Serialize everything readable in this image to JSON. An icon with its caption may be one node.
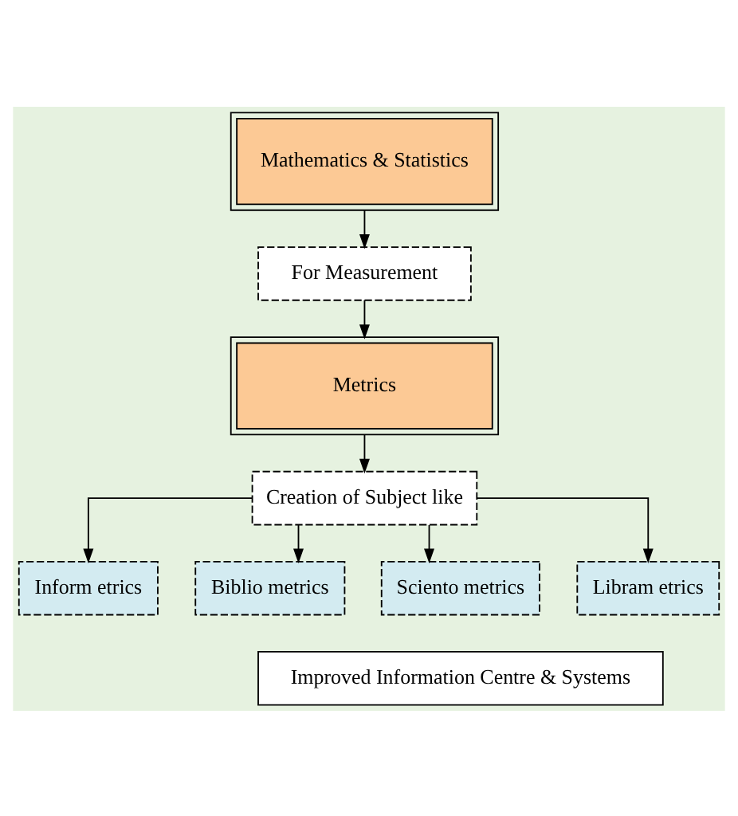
{
  "diagram": {
    "nodes": [
      {
        "text": [
          "Mathematics & Statistics"
        ]
      },
      {
        "text": [
          "For Measurement"
        ]
      },
      {
        "text": [
          "Metrics"
        ]
      },
      {
        "text": [
          "Creation of Subject like"
        ]
      },
      {
        "text": [
          "Inform etrics"
        ]
      },
      {
        "text": [
          "Biblio metrics"
        ]
      },
      {
        "text": [
          "Sciento metrics"
        ]
      },
      {
        "text": [
          "Libram etrics"
        ]
      },
      {
        "text": [
          "Improved Information Centre & Systems"
        ]
      }
    ],
    "edges": [
      {
        "from": 0,
        "to": 1,
        "arrow": "to"
      },
      {
        "from": 1,
        "to": 2,
        "arrow": "to"
      },
      {
        "from": 2,
        "to": 3,
        "arrow": "to"
      },
      {
        "from": 3,
        "to": 4,
        "arrow": "to"
      },
      {
        "from": 3,
        "to": 5,
        "arrow": "to"
      },
      {
        "from": 3,
        "to": 6,
        "arrow": "to"
      },
      {
        "from": 3,
        "to": 7,
        "arrow": "to"
      }
    ]
  }
}
